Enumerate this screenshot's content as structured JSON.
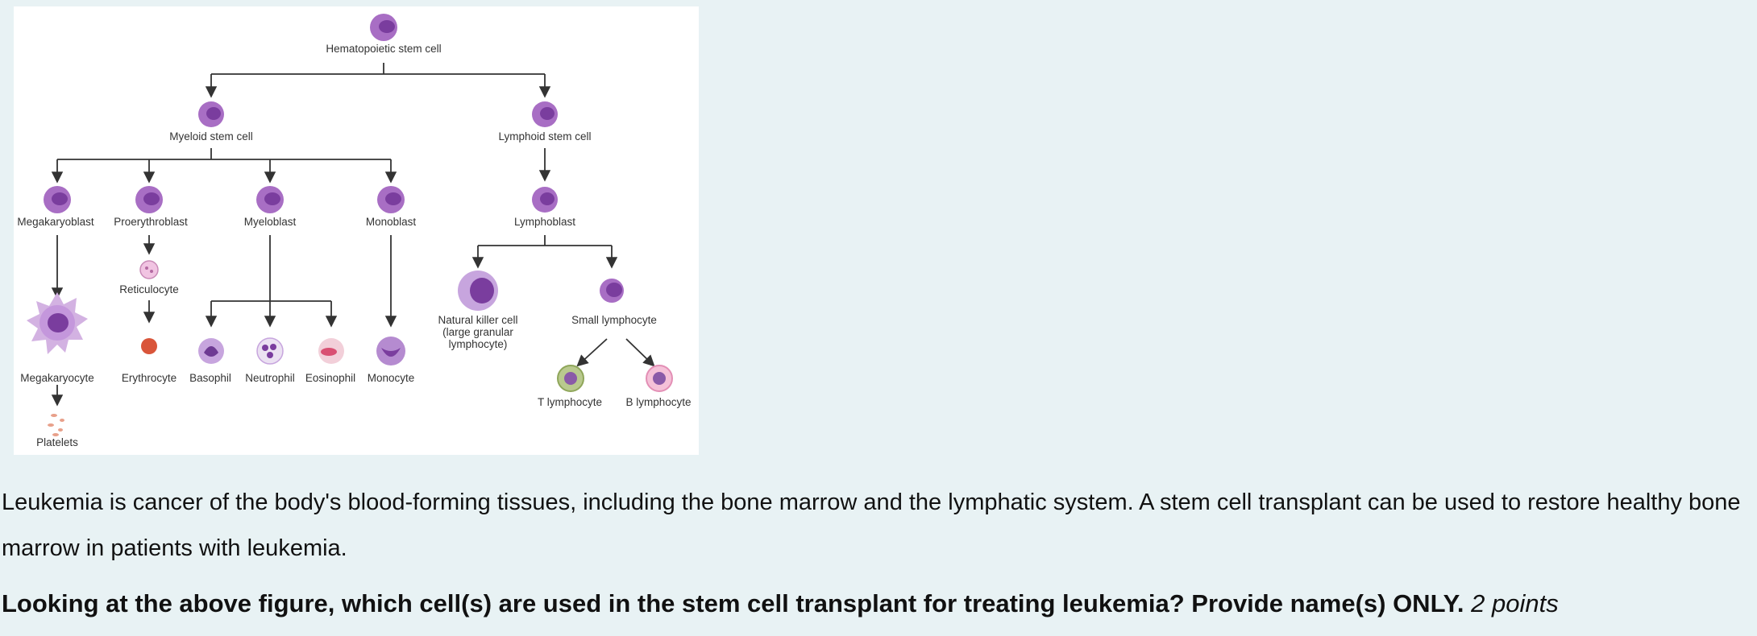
{
  "figure": {
    "labels": {
      "hsc": "Hematopoietic stem cell",
      "myeloid": "Myeloid stem cell",
      "lymphoid": "Lymphoid stem cell",
      "megakaryoblast": "Megakaryoblast",
      "proerythroblast": "Proerythroblast",
      "myeloblast": "Myeloblast",
      "monoblast": "Monoblast",
      "lymphoblast": "Lymphoblast",
      "reticulocyte": "Reticulocyte",
      "megakaryocyte": "Megakaryocyte",
      "platelets": "Platelets",
      "erythrocyte": "Erythrocyte",
      "basophil": "Basophil",
      "neutrophil": "Neutrophil",
      "eosinophil": "Eosinophil",
      "monocyte": "Monocyte",
      "nk_line1": "Natural killer cell",
      "nk_line2": "(large granular",
      "nk_line3": "lymphocyte)",
      "small_lymphocyte": "Small lymphocyte",
      "t_lymphocyte": "T lymphocyte",
      "b_lymphocyte": "B lymphocyte"
    },
    "colors": {
      "cell_fill": "#a86ec4",
      "cell_nucleus": "#7a3d9e",
      "erythrocyte": "#d9553a",
      "t_cell_ring": "#8fa65a",
      "b_cell_fill": "#e38fb5"
    }
  },
  "text": {
    "paragraph": "Leukemia is cancer of the body's blood-forming tissues, including the bone marrow and the lymphatic system. A stem cell transplant can be used to restore healthy bone marrow in patients with leukemia.",
    "question": "Looking at the above figure, which cell(s) are used in the stem cell transplant for treating leukemia? Provide name(s) ONLY.",
    "points": "2 points"
  }
}
